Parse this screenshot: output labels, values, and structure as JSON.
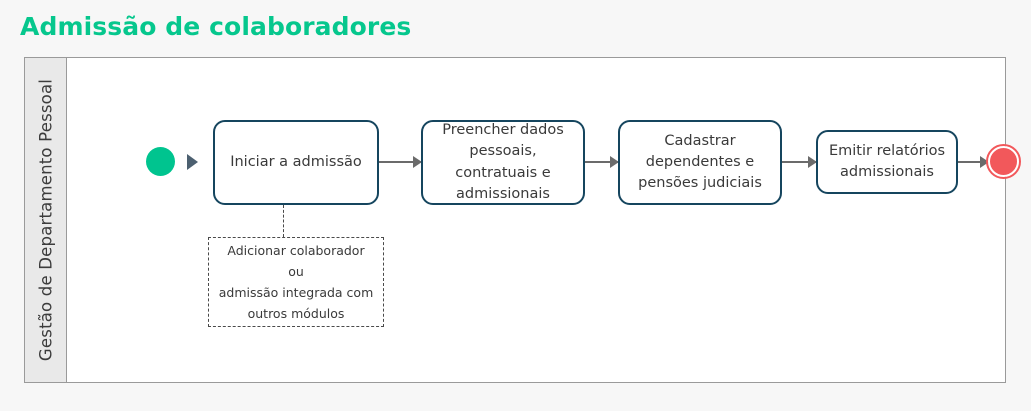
{
  "page": {
    "title": "Admissão de colaboradores",
    "title_color": "#06c78d",
    "background_color": "#f7f7f7"
  },
  "pool": {
    "lane_label": "Gestão de Departamento Pessoal",
    "lane_header_color": "#e9e9e9",
    "border_color": "#9a9a9a",
    "background_color": "#ffffff"
  },
  "diagram": {
    "type": "bpmn-flowchart",
    "start_event": {
      "name": "start-event",
      "shape": "filled-circle",
      "color": "#00c48f"
    },
    "start_marker": {
      "name": "start-arrow-marker",
      "shape": "triangle-right",
      "color": "#4c6070"
    },
    "end_event": {
      "name": "end-event",
      "shape": "filled-ring-circle",
      "color": "#f2585b",
      "ring_color": "#ffffff"
    },
    "task_border_color": "#15455e",
    "flow_color": "#6b6b6b",
    "tasks": [
      {
        "id": "task-1",
        "label": "Iniciar a admissão"
      },
      {
        "id": "task-2",
        "label": "Preencher dados pessoais, contratuais e admissionais"
      },
      {
        "id": "task-3",
        "label": "Cadastrar dependentes e pensões judiciais"
      },
      {
        "id": "task-4",
        "label": "Emitir relatórios admissionais"
      }
    ],
    "annotation": {
      "attached_to": "task-1",
      "border_style": "dashed",
      "lines": [
        "Adicionar colaborador",
        "ou",
        "admissão integrada com",
        "outros módulos"
      ]
    }
  }
}
